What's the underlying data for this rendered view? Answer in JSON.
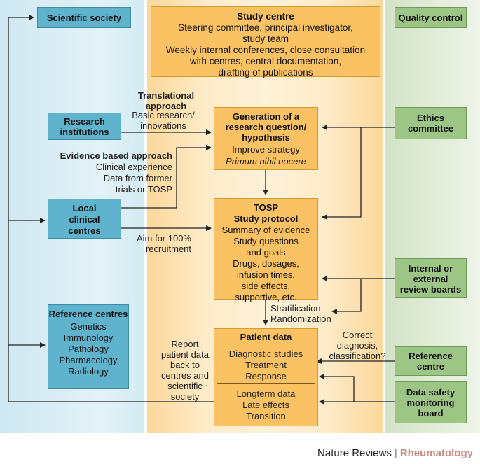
{
  "columns": {
    "left_header": "Scientific society",
    "right_header": "Quality control"
  },
  "study_centre": {
    "title": "Study centre",
    "lines": [
      "Steering committee, principal investigator,",
      "study team",
      "Weekly internal conferences, close consultation",
      "with centres, central documentation,",
      "drafting of publications"
    ]
  },
  "research_institutions": [
    "Research",
    "institutions"
  ],
  "local_centres": [
    "Local",
    "clinical",
    "centres"
  ],
  "reference_centres": {
    "title": "Reference centres",
    "items": [
      "Genetics",
      "Immunology",
      "Pathology",
      "Pharmacology",
      "Radiology"
    ]
  },
  "research_question": {
    "title": [
      "Generation of a",
      "research question/",
      "hypothesis"
    ],
    "line1": "Improve strategy",
    "line2": "Primum nihil nocere"
  },
  "tosp": {
    "title": [
      "TOSP",
      "Study protocol"
    ],
    "lines": [
      "Summary of evidence",
      "Study questions",
      "and goals",
      "Drugs, dosages,",
      "infusion times,",
      "side effects,",
      "supportive, etc."
    ]
  },
  "patient_data": {
    "title": "Patient data",
    "sub1": [
      "Diagnostic studies",
      "Treatment",
      "Response"
    ],
    "sub2": [
      "Longterm data",
      "Late effects",
      "Transition"
    ]
  },
  "ethics": [
    "Ethics",
    "committee"
  ],
  "review_boards": [
    "Internal or",
    "external",
    "review boards"
  ],
  "reference_centre_right": [
    "Reference",
    "centre"
  ],
  "data_safety": [
    "Data safety",
    "monitoring",
    "board"
  ],
  "labels": {
    "translational_title": [
      "Translational",
      "approach"
    ],
    "translational_text": [
      "Basic research/",
      "innovations"
    ],
    "evidence_title": "Evidence based approach",
    "evidence_text": [
      "Clinical experience",
      "Data from former",
      "trials or TOSP"
    ],
    "aim": [
      "Aim for 100%",
      "recruitment"
    ],
    "stratification": [
      "Stratification",
      "Randomization"
    ],
    "correct": [
      "Correct",
      "diagnosis,",
      "classification?"
    ],
    "report": [
      "Report",
      "patient data",
      "back to",
      "centres and",
      "scientific",
      "society"
    ]
  },
  "footer": {
    "journal": "Nature Reviews",
    "separator": "|",
    "section": "Rheumatology"
  },
  "colors": {
    "blue_box": "#5fb3cc",
    "green_box": "#9dc686",
    "orange_box": "#fbc263",
    "footer_accent": "#c98a82"
  }
}
